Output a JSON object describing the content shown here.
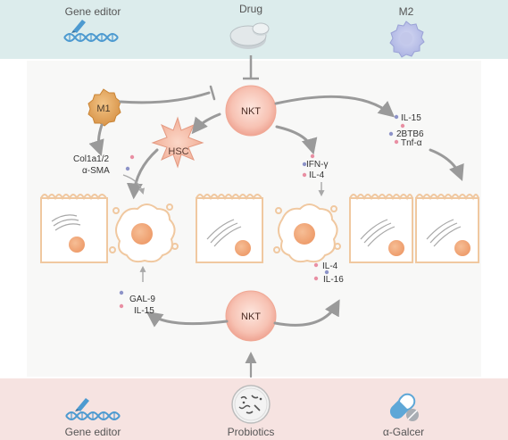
{
  "top_band": {
    "gene_editor_label": "Gene editor",
    "drug_label": "Drug",
    "m2_label": "M2"
  },
  "cells": {
    "nkt_top": "NKT",
    "nkt_bottom": "NKT",
    "m1": "M1",
    "hsc": "HSC"
  },
  "markers": {
    "col1a1": "Col1a1/2",
    "asma": "α-SMA",
    "ifng": "IFN-γ",
    "il4_top": "IL-4",
    "il15_top": "IL-15",
    "zbtb16": "2BTB6",
    "tnfa": "Tnf-α",
    "il4_bottom": "IL-4",
    "il16": "IL-16",
    "gal9": "GAL-9",
    "il15_bottom": "IL-15"
  },
  "bottom_band": {
    "gene_editor_label": "Gene editor",
    "probiotics_label": "Probiotics",
    "agalcer_label": "α-Galcer"
  },
  "colors": {
    "top_band": "#dcecec",
    "bottom_band": "#f6e3e1",
    "middle_panel": "#f8f8f7",
    "cell_outline": "#f0c8a0",
    "nucleus": "#f2ab7d",
    "nkt_fill": "#f4b7a8",
    "arrow": "#9a9a9a",
    "dot_pink": "#e98fa3",
    "dot_purple": "#8d93c8",
    "icon_blue": "#5ea7d7"
  }
}
